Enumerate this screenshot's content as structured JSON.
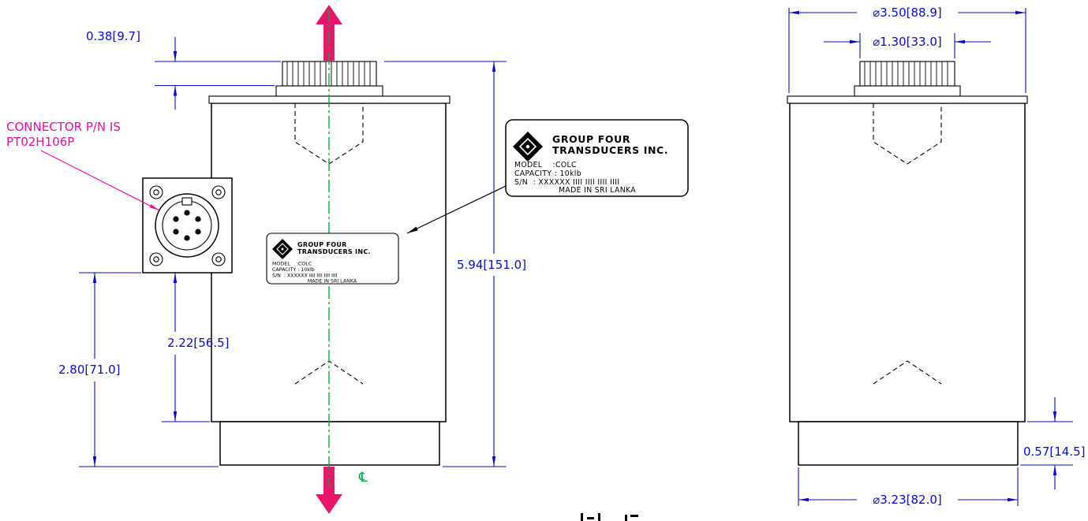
{
  "colors": {
    "dim": "#0a0ace",
    "note": "#f30b9c",
    "arrow": "#e8156b",
    "green": "#00ab44",
    "line": "#000000"
  },
  "note": {
    "line1": "CONNECTOR P/N IS",
    "line2": "PT02H106P"
  },
  "dims": {
    "stud_height": "0.38[9.7]",
    "overall_height": "5.94[151.0]",
    "connector_bottom_height": "2.80[71.0]",
    "connector_to_base": "2.22[56.5]",
    "top_diameter": "⌀3.50[88.9]",
    "stud_diameter": "⌀1.30[33.0]",
    "base_height": "0.57[14.5]",
    "base_diameter": "⌀3.23[82.0]"
  },
  "label": {
    "company1": "GROUP FOUR",
    "company2": "TRANSDUCERS INC.",
    "model": "MODEL    :COLC",
    "capacity": "CAPACITY : 10klb",
    "serial": "S/N  : XXXXXX IIII IIII IIII IIII",
    "origin": "MADE IN SRI LANKA"
  },
  "symbols": {
    "centerline": "℄"
  }
}
